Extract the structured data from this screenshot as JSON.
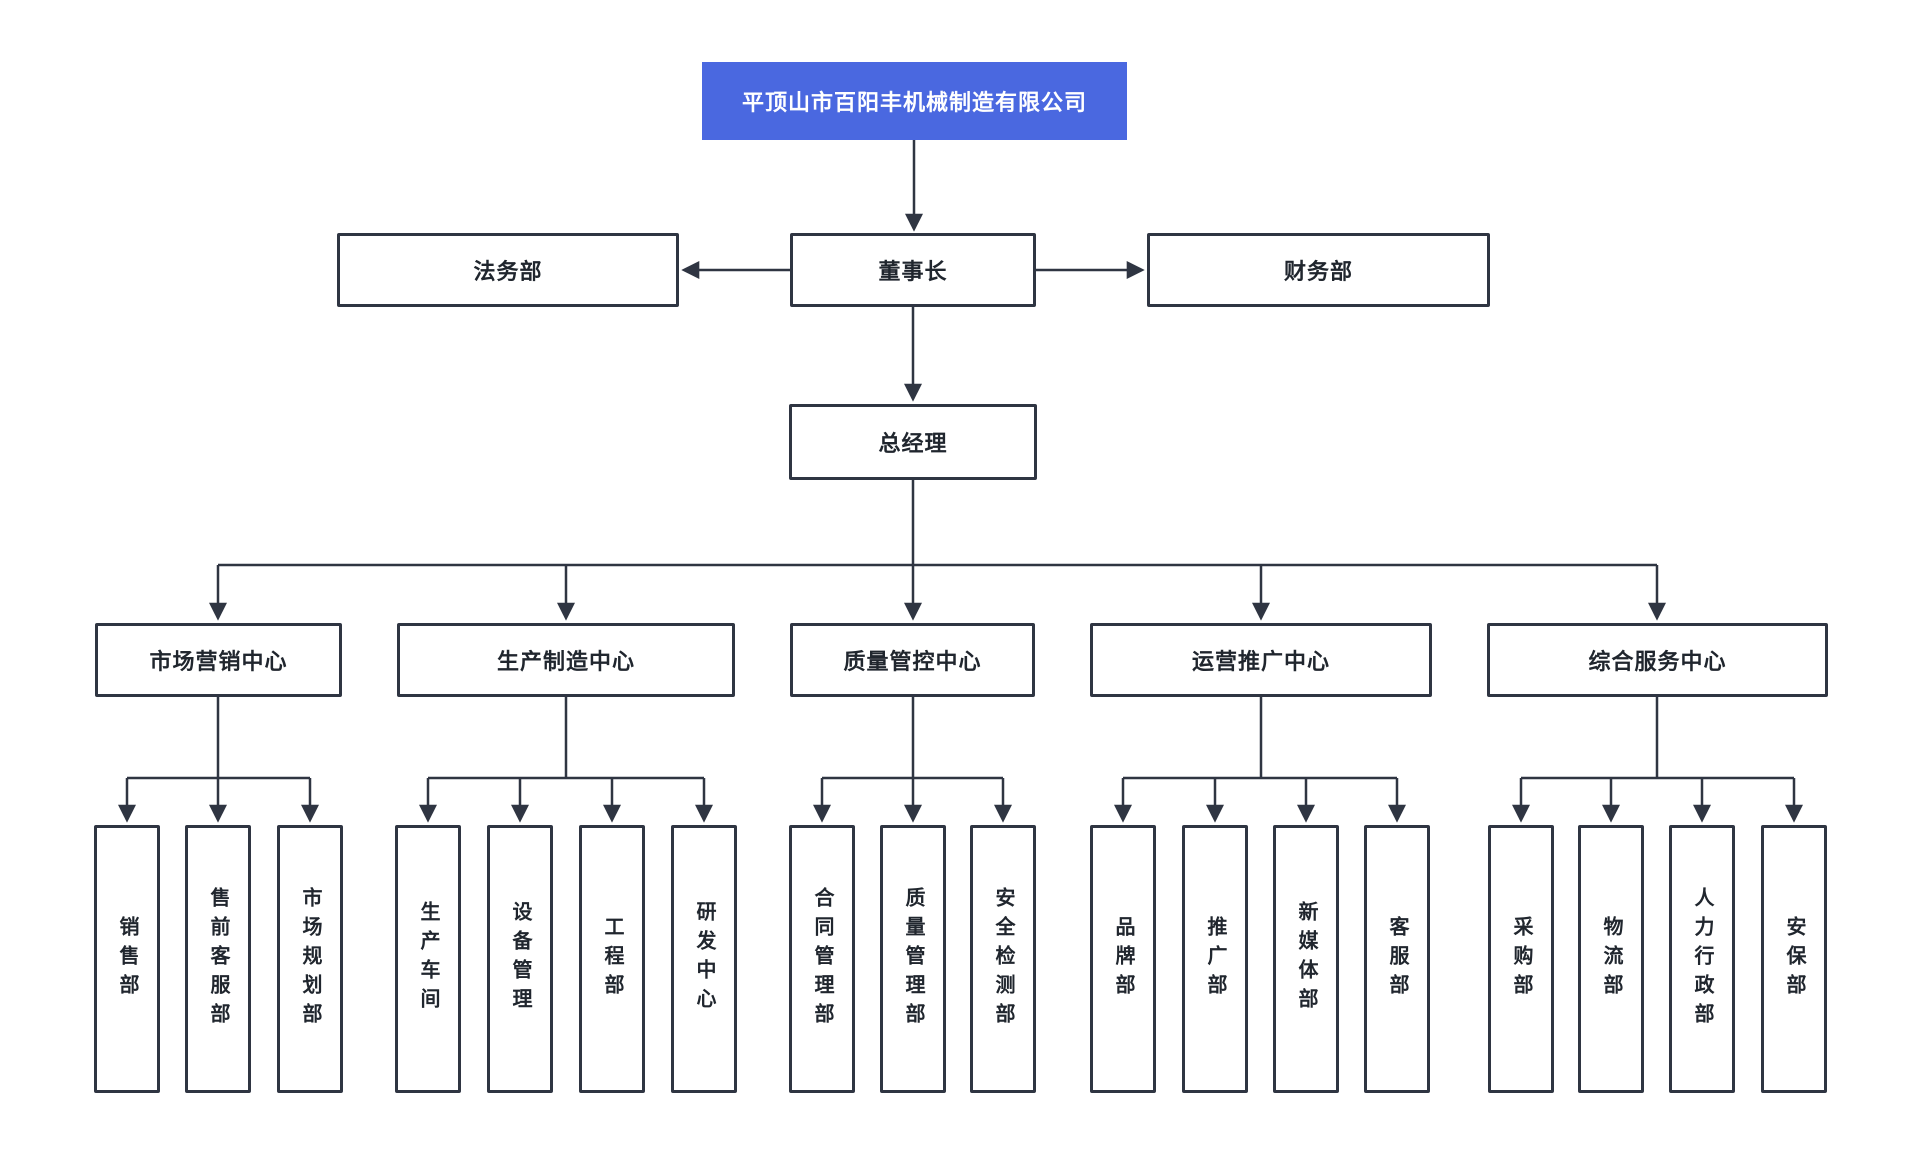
{
  "company": {
    "label": "平顶山市百阳丰机械制造有限公司"
  },
  "executives": {
    "legal": {
      "label": "法务部"
    },
    "chairman": {
      "label": "董事长"
    },
    "finance": {
      "label": "财务部"
    },
    "general_manager": {
      "label": "总经理"
    }
  },
  "centers": [
    {
      "label": "市场营销中心",
      "children": [
        {
          "label": "销售部"
        },
        {
          "label": "售前客服部"
        },
        {
          "label": "市场规划部"
        }
      ]
    },
    {
      "label": "生产制造中心",
      "children": [
        {
          "label": "生产车间"
        },
        {
          "label": "设备管理"
        },
        {
          "label": "工程部"
        },
        {
          "label": "研发中心"
        }
      ]
    },
    {
      "label": "质量管控中心",
      "children": [
        {
          "label": "合同管理部"
        },
        {
          "label": "质量管理部"
        },
        {
          "label": "安全检测部"
        }
      ]
    },
    {
      "label": "运营推广中心",
      "children": [
        {
          "label": "品牌部"
        },
        {
          "label": "推广部"
        },
        {
          "label": "新媒体部"
        },
        {
          "label": "客服部"
        }
      ]
    },
    {
      "label": "综合服务中心",
      "children": [
        {
          "label": "采购部"
        },
        {
          "label": "物流部"
        },
        {
          "label": "人力行政部"
        },
        {
          "label": "安保部"
        }
      ]
    }
  ],
  "colors": {
    "root_bg": "#4a68e0",
    "root_text": "#ffffff",
    "line": "#2f3542",
    "box_border": "#2f3542",
    "box_text": "#20262e",
    "background": "#ffffff"
  }
}
